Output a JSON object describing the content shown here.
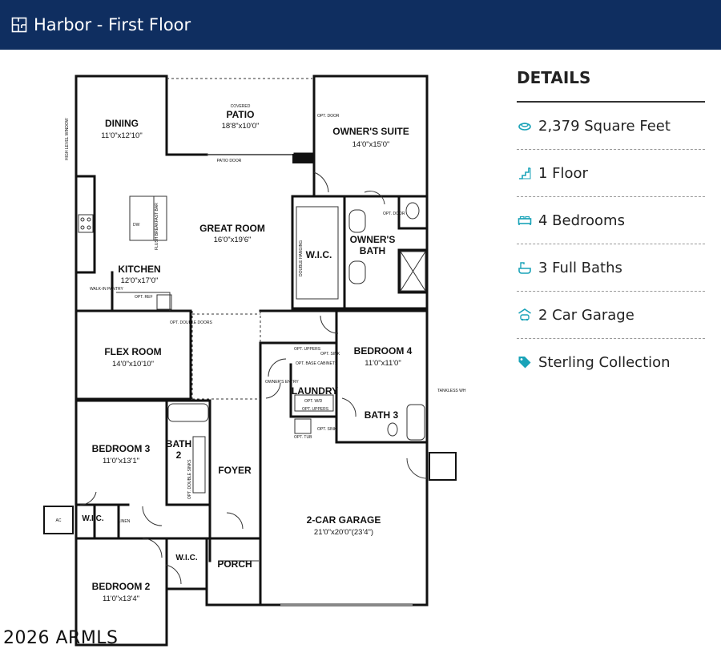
{
  "header": {
    "title": "Harbor - First Floor",
    "icon": "floorplan-icon",
    "bg": "#0f2e60"
  },
  "details": {
    "title": "DETAILS",
    "accent": "#1aa3b8",
    "items": [
      {
        "icon": "square-feet-icon",
        "text": "2,379 Square Feet"
      },
      {
        "icon": "stairs-icon",
        "text": "1 Floor"
      },
      {
        "icon": "bed-icon",
        "text": "4 Bedrooms"
      },
      {
        "icon": "bath-icon",
        "text": "3 Full Baths"
      },
      {
        "icon": "garage-icon",
        "text": "2 Car Garage"
      },
      {
        "icon": "tag-icon",
        "text": "Sterling Collection"
      }
    ]
  },
  "plan": {
    "rooms": {
      "dining": {
        "name": "DINING",
        "dim": "11'0\"x12'10\""
      },
      "patio": {
        "label": "COVERED",
        "name": "PATIO",
        "dim": "18'8\"x10'0\""
      },
      "owners_suite": {
        "name": "OWNER'S SUITE",
        "dim": "14'0\"x15'0\""
      },
      "great_room": {
        "name": "GREAT ROOM",
        "dim": "16'0\"x19'6\""
      },
      "kitchen": {
        "name": "KITCHEN",
        "dim": "12'0\"x17'0\""
      },
      "wic_owner": {
        "name": "W.I.C."
      },
      "owners_bath": {
        "name1": "OWNER'S",
        "name2": "BATH"
      },
      "flex_room": {
        "name": "FLEX ROOM",
        "dim": "14'0\"x10'10\""
      },
      "bedroom4": {
        "name": "BEDROOM 4",
        "dim": "11'0\"x11'0\""
      },
      "laundry": {
        "name": "LAUNDRY"
      },
      "bath3": {
        "name": "BATH 3"
      },
      "bedroom3": {
        "name": "BEDROOM 3",
        "dim": "11'0\"x13'1\""
      },
      "bath2": {
        "name1": "BATH",
        "name2": "2"
      },
      "foyer": {
        "name": "FOYER"
      },
      "garage": {
        "name": "2-CAR GARAGE",
        "dim": "21'0\"x20'0\"(23'4\")"
      },
      "wic_bed3": {
        "name": "W.I.C."
      },
      "linen": {
        "name": "LINEN"
      },
      "wic_bed2": {
        "name": "W.I.C."
      },
      "porch": {
        "name": "PORCH"
      },
      "bedroom2": {
        "name": "BEDROOM 2",
        "dim": "11'0\"x13'4\""
      },
      "ac": {
        "name": "AC"
      }
    },
    "notes": {
      "patio_door": "PATIO DOOR",
      "opt_door": "OPT. DOOR",
      "opt_door_owner": "OPT. DOOR",
      "walk_in_pantry": "WALK-IN PANTRY",
      "opt_ref": "OPT. REF",
      "flush_breakfast_bar": "FLUSH BREAKFAST BAR",
      "opt_double_doors": "OPT. DOUBLE DOORS",
      "double_hanging": "DOUBLE HANGING",
      "owners_entry": "OWNER'S ENTRY",
      "opt_uppers": "OPT. UPPERS",
      "opt_sink": "OPT. SINK",
      "opt_base_cabinets": "OPT. BASE CABINETS",
      "opt_wd": "OPT. W/D",
      "opt_uppers2": "OPT. UPPERS",
      "opt_tub": "OPT. TUB",
      "opt_sink2": "OPT. SINK",
      "tankless_wh": "TANKLESS WH",
      "opt_double_sinks": "OPT. DOUBLE SINKS",
      "high_level_window": "HIGH LEVEL WINDOW",
      "dw": "DW"
    }
  },
  "copyright": "2026 ARMLS"
}
